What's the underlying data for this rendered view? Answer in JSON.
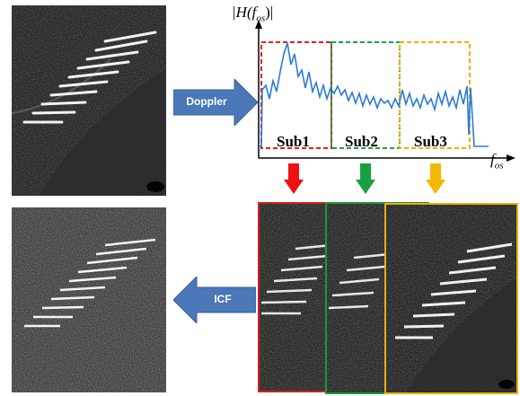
{
  "diagram": {
    "arrows": {
      "doppler_label": "Doppler",
      "icf_label": "ICF"
    },
    "spectrum": {
      "y_axis_label": "|H(f",
      "y_axis_sub": "os",
      "y_axis_close": ")|",
      "x_axis_label": "f",
      "x_axis_sub": "os",
      "subbands": [
        {
          "label": "Sub1",
          "color": "#e02020"
        },
        {
          "label": "Sub2",
          "color": "#20a040"
        },
        {
          "label": "Sub3",
          "color": "#f0b000"
        }
      ],
      "curve_color": "#2b7bd6"
    },
    "colors": {
      "arrow_fill": "#4a78b8",
      "arrow_red": "#ee1111",
      "arrow_green": "#1aa040",
      "arrow_yellow": "#f5b800"
    }
  }
}
